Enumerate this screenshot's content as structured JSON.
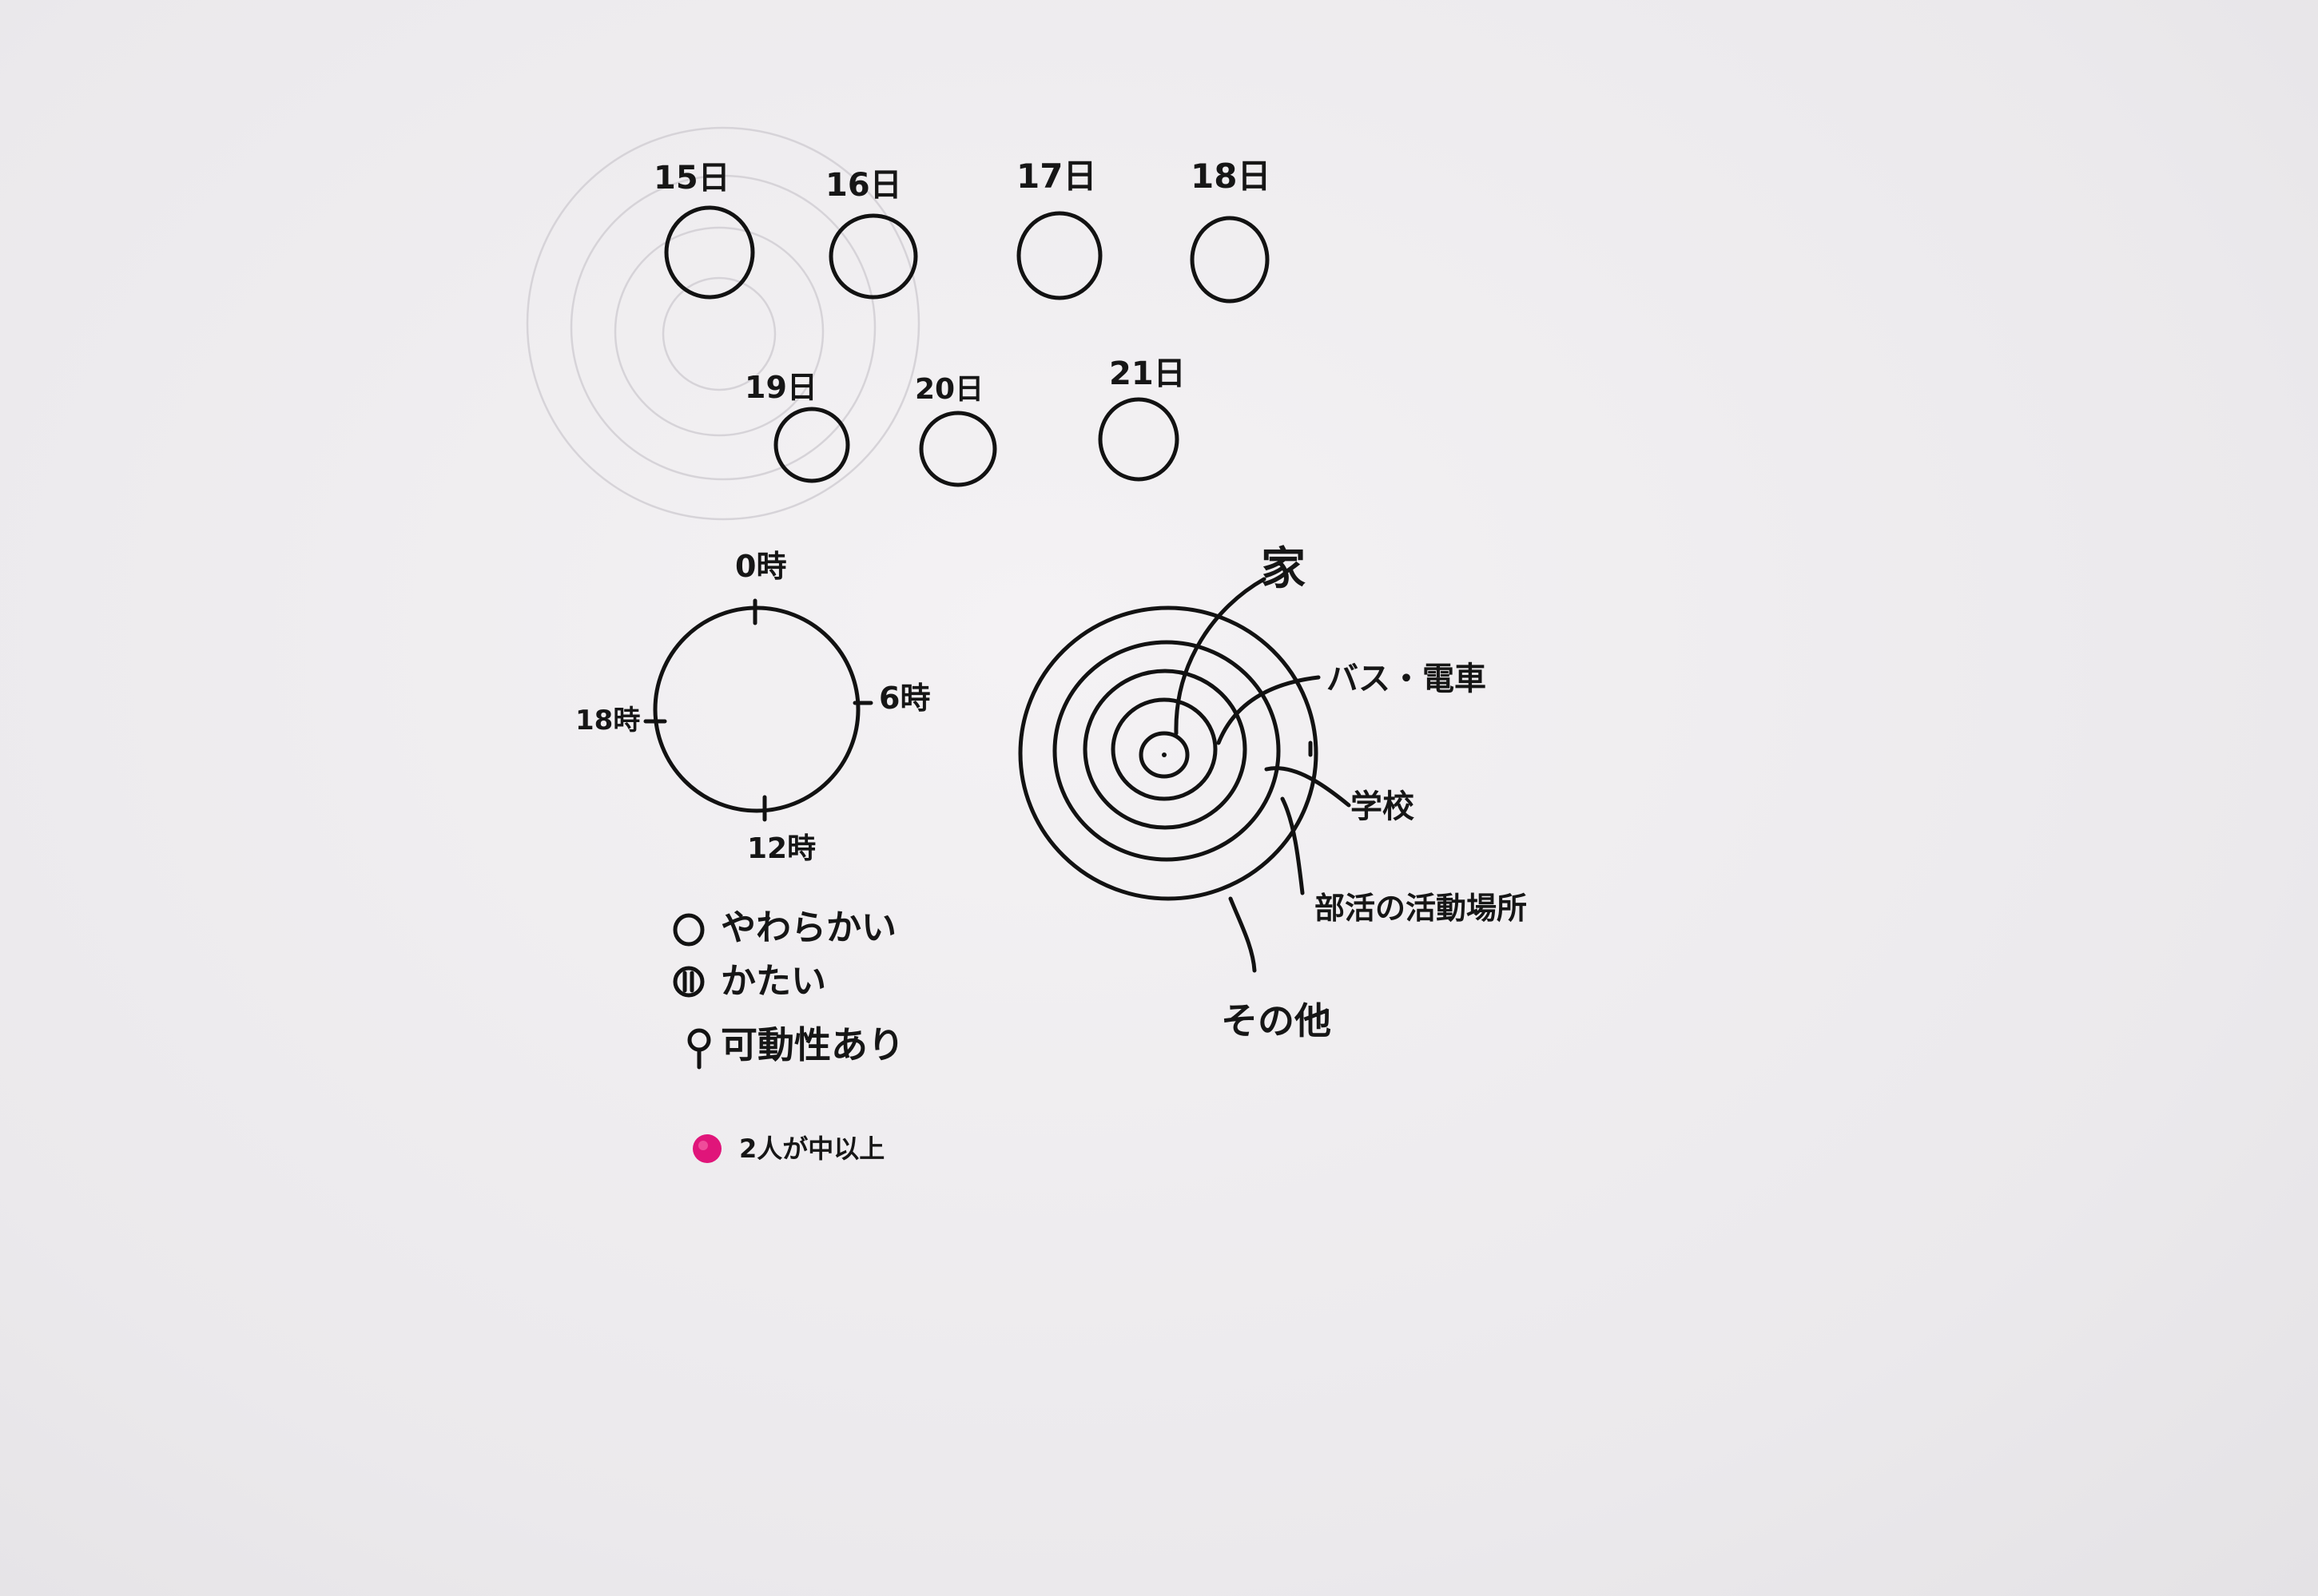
{
  "days": [
    "15日",
    "16日",
    "17日",
    "18日",
    "19日",
    "20日",
    "21日"
  ],
  "clock": {
    "top": "0時",
    "right": "6時",
    "bottom": "12時",
    "left": "18時"
  },
  "legend": {
    "soft": "やわらかい",
    "hard": "かたい",
    "movable": "可動性あり",
    "pink": "2人が中以上",
    "pink_color": "#e0157a"
  },
  "rings": {
    "home": "家",
    "bus": "バス・電車",
    "school": "学校",
    "club": "部活の活動場所",
    "other": "その他"
  }
}
